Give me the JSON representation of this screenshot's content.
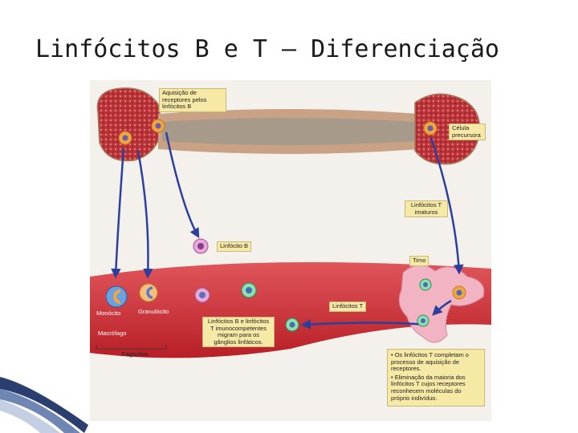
{
  "title": "Linfócitos B e T – Diferenciação",
  "labels": {
    "aquisicao": "Aquisição de receptores pelos linfócitos B",
    "celula_precursora": "Célula precursora",
    "linfocitos_t_imaturos": "Linfócitos T imaturos",
    "linfocito_b": "Linfócito B",
    "timo": "Timo",
    "linfocitos_t": "Linfócitos T",
    "monocito": "Monócito",
    "granulocito": "Granulócito",
    "macrofago": "Macrófago",
    "fagocitos": "Fagócitos",
    "migracao": "Linfócitos B e linfócitos T imunocompetentes migram para os gânglios linfáticos."
  },
  "notes": [
    "• Os linfócitos T completam o processo de aquisição de receptores.",
    "• Eliminação da maioria dos linfócitos T cujos receptores reconhecem moléculas do próprio indivíduo."
  ],
  "colors": {
    "bone": "#c9a184",
    "marrow": "#c0343a",
    "vessel": "#c8282e",
    "arrow": "#2d3f9c",
    "thymus": "#f2b3c3",
    "label_box": "#f6e9a6"
  }
}
